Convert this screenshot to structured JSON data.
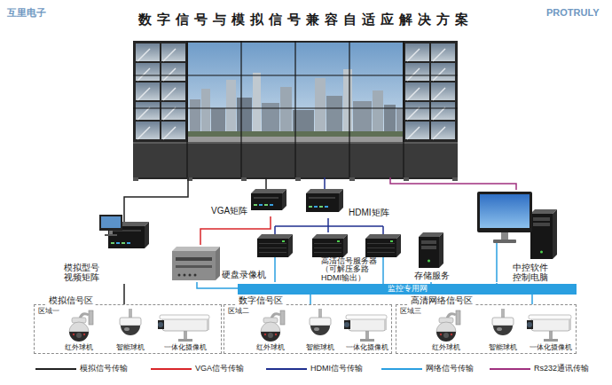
{
  "diagram": {
    "title": "数字信号与模拟信号兼容自适应解决方案",
    "nodes": [
      {
        "text": [
          "模拟型号视频矩阵"
        ]
      },
      {
        "text": [
          "VGA矩阵"
        ]
      },
      {
        "text": [
          "HDMI矩阵"
        ]
      },
      {
        "text": [
          "中控软件控制电脑"
        ]
      },
      {
        "text": [
          "硬盘录像机"
        ]
      },
      {
        "text": [
          "高清信号服务器（可解压多路HDMI输出）"
        ]
      },
      {
        "text": [
          "存储服务"
        ]
      },
      {
        "text": [
          "监控专用网"
        ]
      },
      {
        "text": [
          "模拟信号区",
          "区域一"
        ]
      },
      {
        "text": [
          "红外球机"
        ],
        "in": 8
      },
      {
        "text": [
          "智能球机"
        ],
        "in": 8
      },
      {
        "text": [
          "一体化摄像机"
        ],
        "in": 8
      },
      {
        "text": [
          "数字信号区",
          "区域二"
        ]
      },
      {
        "text": [
          "红外球机"
        ],
        "in": 12
      },
      {
        "text": [
          "智能球机"
        ],
        "in": 12
      },
      {
        "text": [
          "一体化摄像机"
        ],
        "in": 12
      },
      {
        "text": [
          "高清网络信号区",
          "区域三"
        ]
      },
      {
        "text": [
          "红外球机"
        ],
        "in": 16
      },
      {
        "text": [
          "智能球机"
        ],
        "in": 16
      },
      {
        "text": [
          "一体化摄像机"
        ],
        "in": 16
      }
    ],
    "edges": [
      {
        "from": 1,
        "to": 4,
        "arrow": "none"
      },
      {
        "from": 2,
        "to": 5,
        "arrow": "none"
      },
      {
        "from": 4,
        "to": 7,
        "arrow": "none"
      },
      {
        "from": 5,
        "to": 7,
        "arrow": "none"
      },
      {
        "from": 6,
        "to": 7,
        "arrow": "none"
      },
      {
        "from": 3,
        "to": 7,
        "arrow": "none"
      },
      {
        "from": 8,
        "to": 0,
        "arrow": "none"
      },
      {
        "from": 12,
        "to": 7,
        "arrow": "none"
      },
      {
        "from": 16,
        "to": 7,
        "arrow": "none"
      }
    ],
    "labels": [
      "互里电子",
      "PROTRULY"
    ],
    "legend": [
      {
        "text": "模拟信号传输"
      },
      {
        "text": "VGA信号传输"
      },
      {
        "text": "HDMI信号传输"
      },
      {
        "text": "网络信号传输"
      },
      {
        "text": "Rs232通讯传输"
      }
    ]
  }
}
